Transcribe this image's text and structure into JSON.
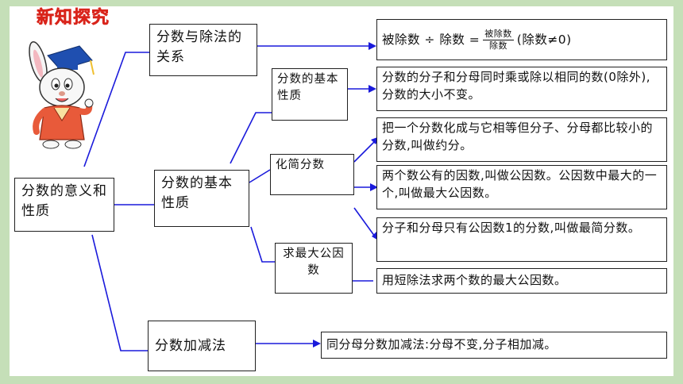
{
  "header": {
    "title": "新知探究"
  },
  "root": {
    "label": "分数的意义和性质"
  },
  "branches": {
    "division": {
      "label": "分数与除法的关系"
    },
    "property": {
      "label": "分数的基本性质"
    },
    "addsub": {
      "label": "分数加减法"
    }
  },
  "subnodes": {
    "basic": {
      "label": "分数的基本性质"
    },
    "simplify": {
      "label": "化简分数"
    },
    "gcd": {
      "label": "求最大公因数"
    }
  },
  "descriptions": {
    "division_formula": {
      "left": "被除数 ÷ 除数 =",
      "numerator": "被除数",
      "denominator": "除数",
      "condition": "(除数≠0)"
    },
    "basic": "分数的分子和分母同时乘或除以相同的数(0除外),分数的大小不变。",
    "reduce": "把一个分数化成与它相等但分子、分母都比较小的分数,叫做约分。",
    "common_factor": "两个数公有的因数,叫做公因数。公因数中最大的一个,叫做最大公因数。",
    "simplest": "分子和分母只有公因数1的分数,叫做最简分数。",
    "short_division": "用短除法求两个数的最大公因数。",
    "addsub": "同分母分数加减法:分母不变,分子相加减。"
  },
  "colors": {
    "frame": "#c5dfb8",
    "title": "#d9241b",
    "connector": "#1a1adb",
    "mascot_hat": "#1f4fb0",
    "mascot_gown": "#e85a3a"
  },
  "icons": {
    "mascot": "graduate-rabbit-icon"
  }
}
